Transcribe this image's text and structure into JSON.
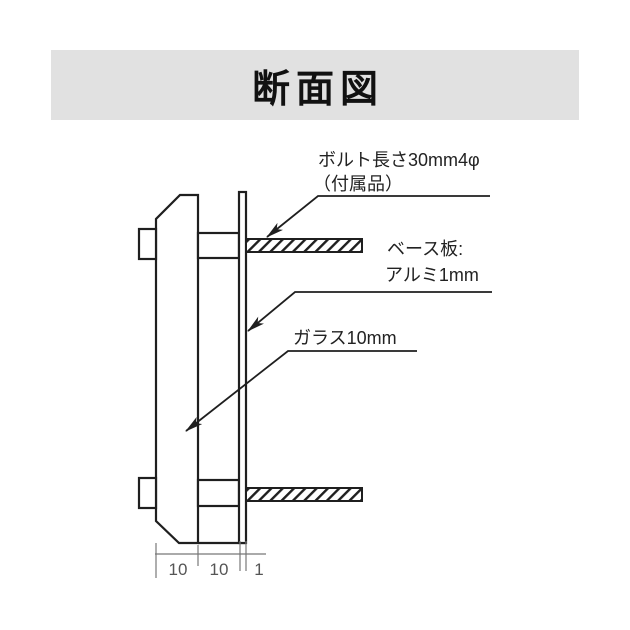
{
  "title": "断面図",
  "colors": {
    "header_bg": "#e1e1e1",
    "line": "#1f1f1f",
    "dimension": "#777777",
    "background": "#ffffff"
  },
  "labels": {
    "bolt_line1": "ボルト長さ30mm4φ",
    "bolt_line2": "（付属品）",
    "base_plate_line1": "ベース板:",
    "base_plate_line2": "アルミ1mm",
    "glass": "ガラス10mm"
  },
  "dimensions": {
    "values": [
      "10",
      "10",
      "1"
    ],
    "unit": "mm"
  }
}
